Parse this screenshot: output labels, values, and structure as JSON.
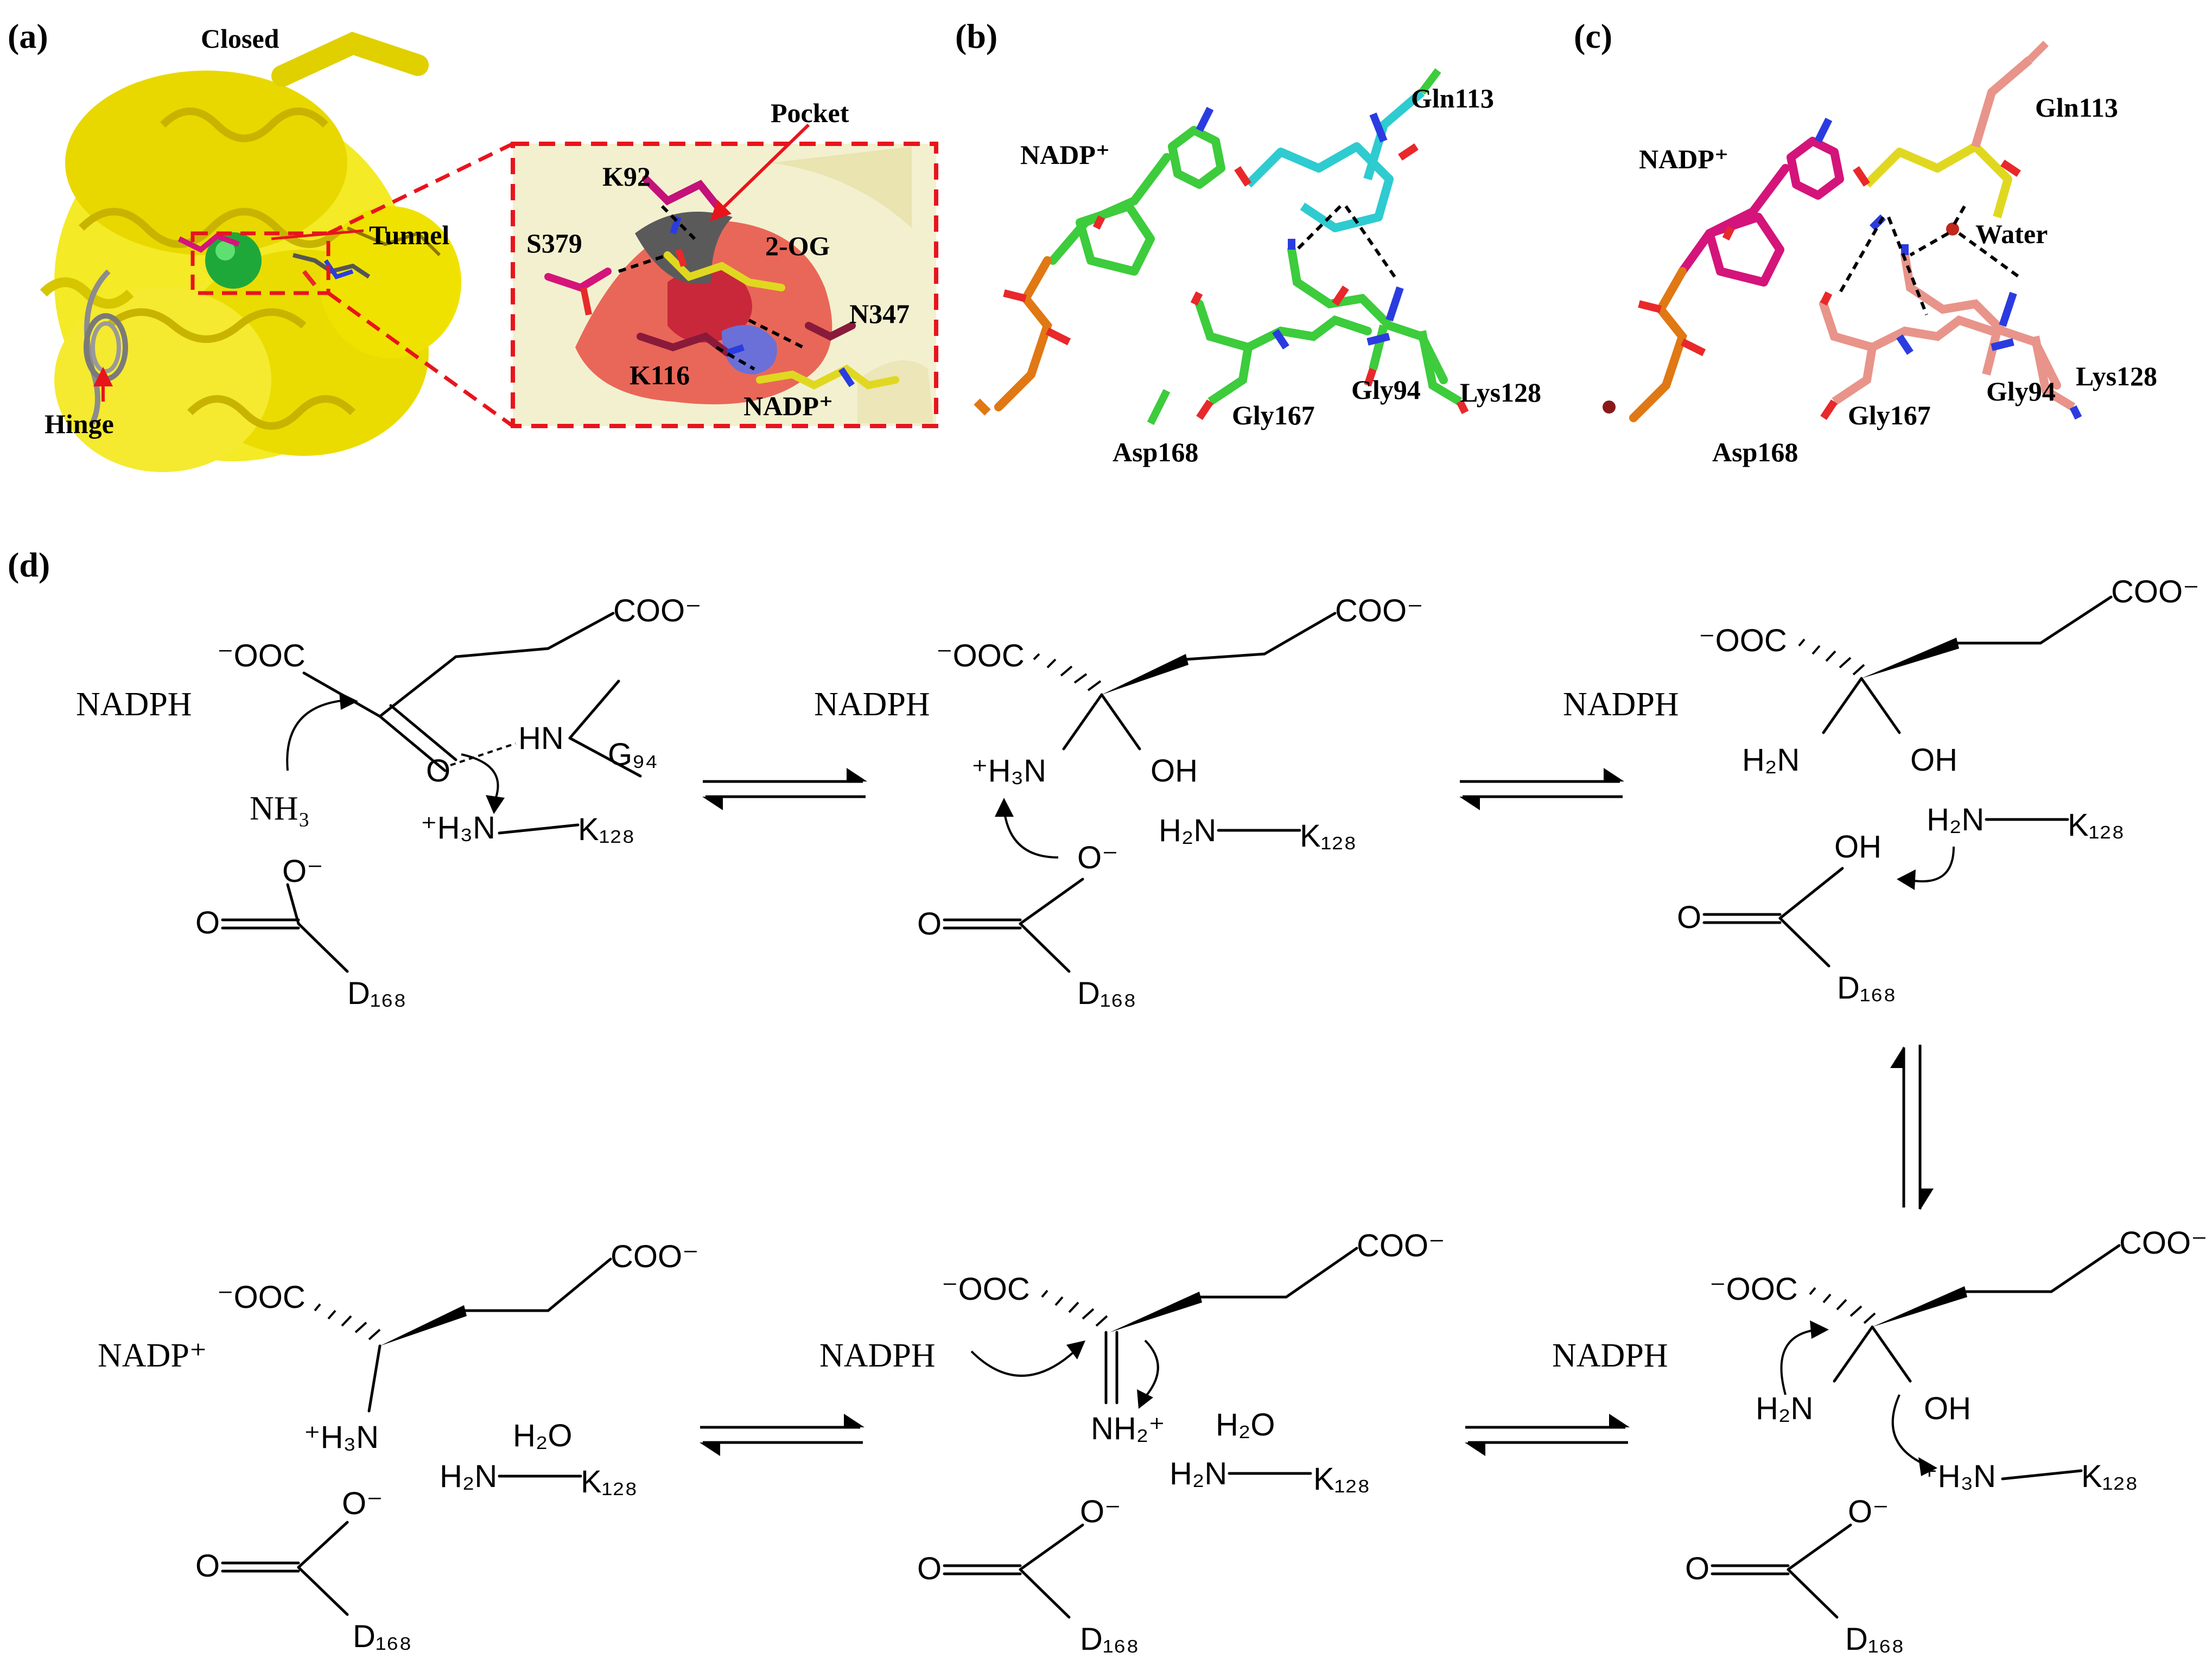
{
  "panels": {
    "a": {
      "label": "(a)",
      "closed": "Closed",
      "tunnel": "Tunnel",
      "hinge": "Hinge",
      "pocket": "Pocket",
      "residues": [
        "K92",
        "S379",
        "2-OG",
        "N347",
        "K116"
      ],
      "nadp": "NADP⁺"
    },
    "b": {
      "label": "(b)",
      "nadp": "NADP⁺",
      "residues": [
        "Gln113",
        "Gly94",
        "Lys128",
        "Gly167",
        "Asp168"
      ]
    },
    "c": {
      "label": "(c)",
      "nadp": "NADP⁺",
      "residues": [
        "Gln113",
        "Water",
        "Gly94",
        "Lys128",
        "Gly167",
        "Asp168"
      ]
    },
    "d": {
      "label": "(d)",
      "cofactors": [
        "NADPH",
        "NADPH",
        "NADPH",
        "NADP⁺",
        "NADPH",
        "NADPH"
      ],
      "groups": {
        "coo": "COO⁻",
        "ooc": "⁻OOC",
        "nh3": "NH₃",
        "h3n_plus": "⁺H₃N",
        "h2n": "H₂N",
        "oh": "OH",
        "o_minus": "O⁻",
        "o": "O",
        "hn": "HN",
        "nh2_plus": "NH₂⁺",
        "h2o": "H₂O",
        "g94": "G₉₄",
        "k128": "K₁₂₈",
        "d168": "D₁₆₈"
      }
    }
  },
  "colors": {
    "protein_yellow": "#f2e600",
    "nadp_magenta": "#d4147a",
    "carbon_green": "#3ccc3c",
    "carbon_cyan": "#2ecbd0",
    "carbon_salmon": "#e8948a",
    "oxygen_red": "#e8282a",
    "nitrogen_blue": "#2a3ce0",
    "phosphate_orange": "#e07814",
    "box_red": "#e8141c"
  }
}
